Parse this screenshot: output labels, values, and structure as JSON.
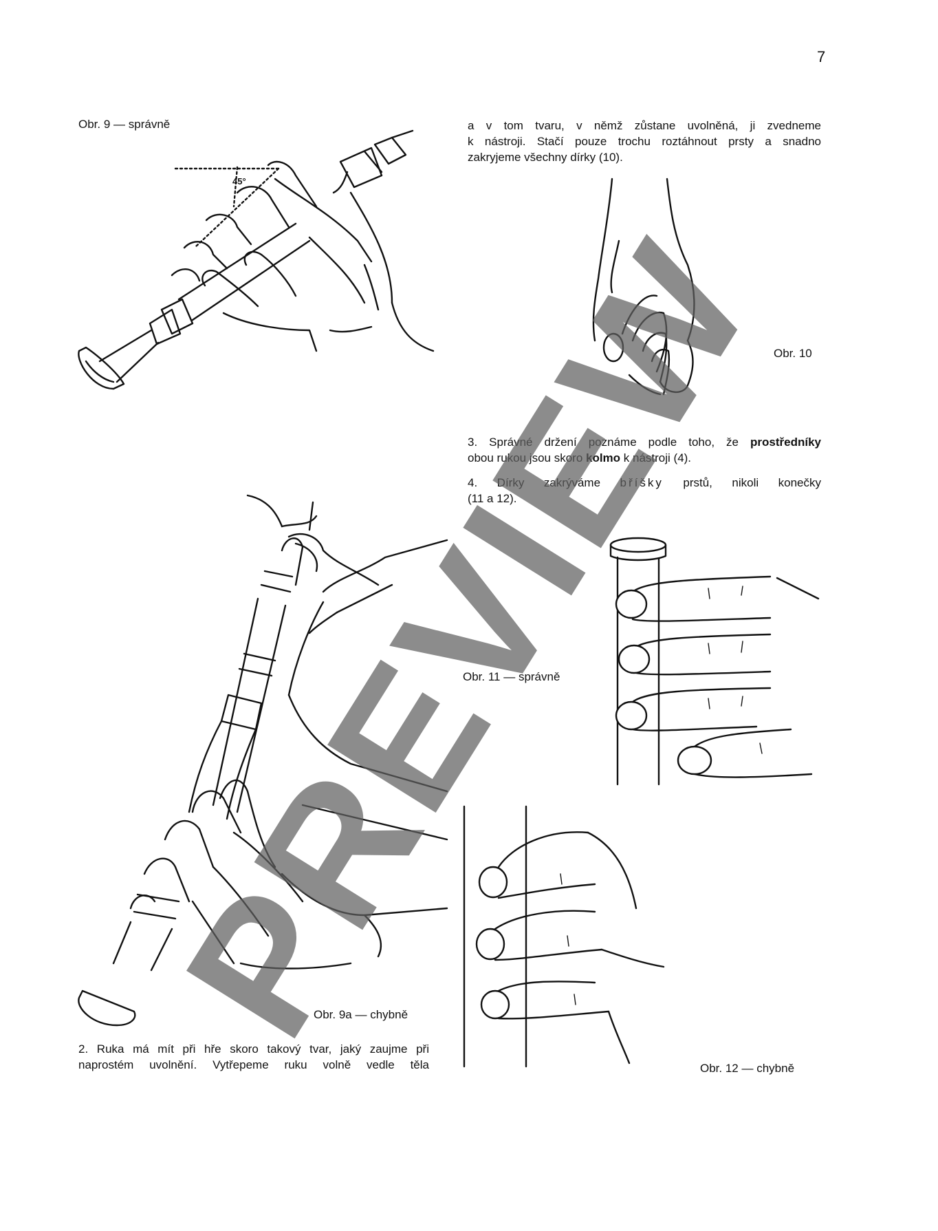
{
  "page_number": "7",
  "captions": {
    "fig9": "Obr. 9 — správně",
    "fig10": "Obr. 10",
    "fig9a": "Obr. 9a — chybně",
    "fig11": "Obr. 11 — správně",
    "fig12": "Obr. 12 — chybně",
    "angle": "45°"
  },
  "paragraphs": {
    "right_top": [
      "a v tom tvaru, v němž zůstane uvolněná, ji zvedneme",
      "k nástroji. Stačí pouze trochu roztáhnout prsty a snadno",
      "zakryjeme všechny dírky (10)."
    ],
    "point3": {
      "line1_start": "3. Správné držení poznáme podle toho, že ",
      "line1_bold": "prostředníky",
      "line2_start": "obou rukou jsou skoro ",
      "line2_bold": "kolmo",
      "line2_end": " k nástroji (4)."
    },
    "point4": {
      "line1_start": "4. Dírky zakrýváme ",
      "line1_spaced": "bříšky",
      "line1_end": " prstů, nikoli konečky",
      "line2": "(11 a 12)."
    },
    "point2": [
      "2. Ruka má mít při hře skoro takový tvar, jaký zaujme při",
      "naprostém uvolnění. Vytřepeme ruku volně vedle těla"
    ]
  },
  "watermark": "PREVIEW"
}
